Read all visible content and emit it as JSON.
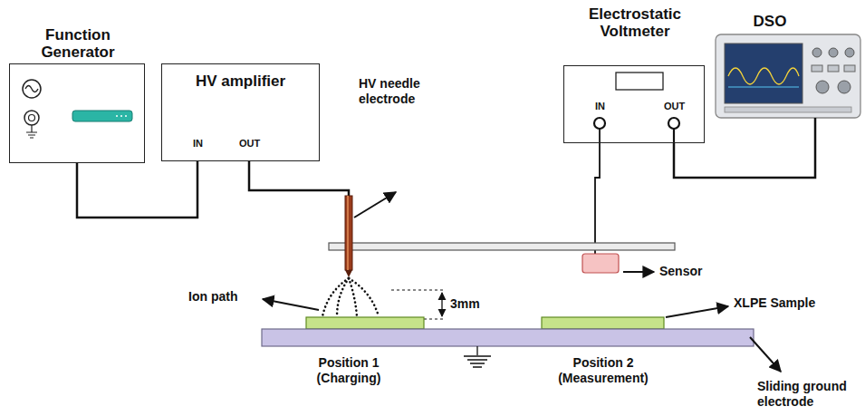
{
  "diagram": {
    "nodes": [
      {
        "text": [
          "Function Generator"
        ]
      },
      {
        "text": [
          "HV amplifier",
          "IN",
          "OUT"
        ]
      },
      {
        "text": [
          "Electrostatic Voltmeter",
          "IN",
          "OUT"
        ]
      },
      {
        "text": [
          "DSO"
        ]
      }
    ],
    "edges": [
      {
        "from": 0,
        "to": 1,
        "arrow": "none"
      },
      {
        "from": 2,
        "to": 3,
        "arrow": "none"
      }
    ],
    "labels": [
      "HV needle electrode",
      "Sensor",
      "Ion path",
      "3mm",
      "XLPE Sample",
      "Position 1 (Charging)",
      "Position 2 (Measurement)",
      "Sliding ground electrode"
    ]
  }
}
